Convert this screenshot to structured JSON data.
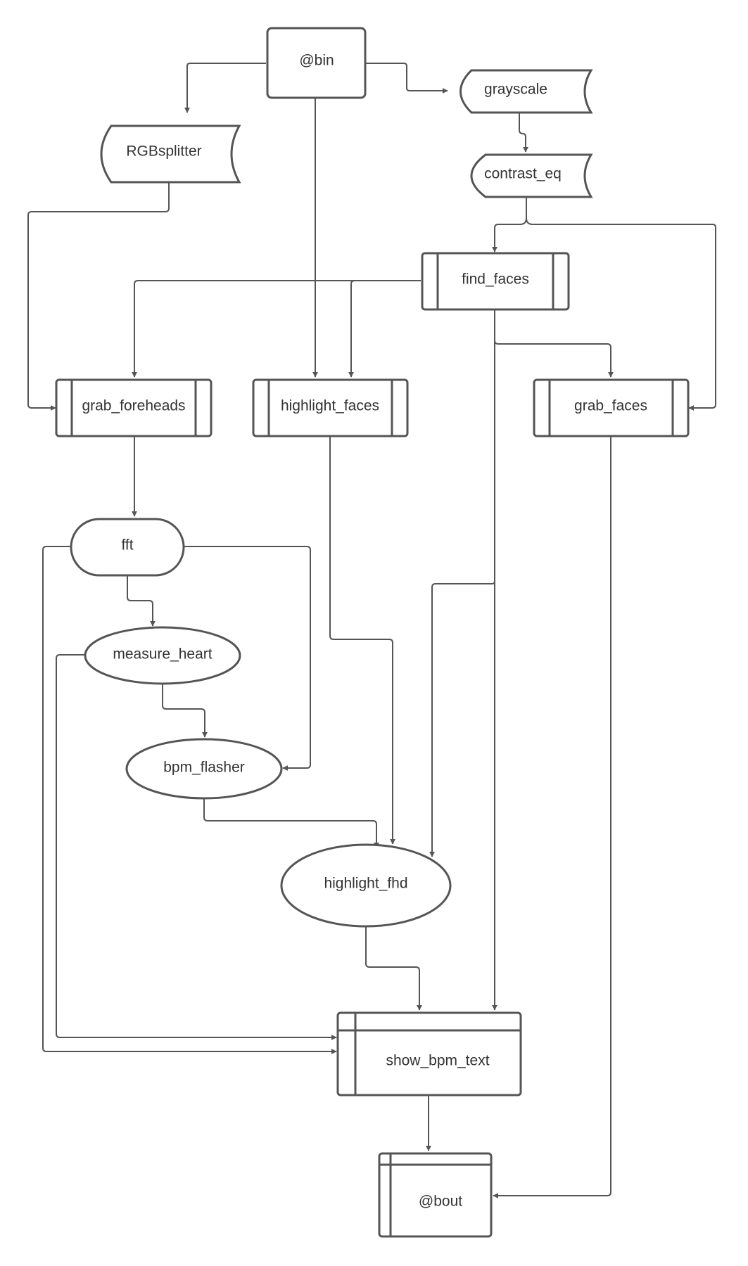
{
  "nodes": {
    "bin": "@bin",
    "grayscale": "grayscale",
    "rgbsplitter": "RGBsplitter",
    "contrast_eq": "contrast_eq",
    "find_faces": "find_faces",
    "grab_foreheads": "grab_foreheads",
    "highlight_faces": "highlight_faces",
    "grab_faces": "grab_faces",
    "fft": "fft",
    "measure_heart": "measure_heart",
    "bpm_flasher": "bpm_flasher",
    "highlight_fhd": "highlight_fhd",
    "show_bpm_text": "show_bpm_text",
    "bout": "@bout"
  },
  "colors": {
    "stroke": "#555555",
    "text": "#333333",
    "background": "#ffffff"
  }
}
